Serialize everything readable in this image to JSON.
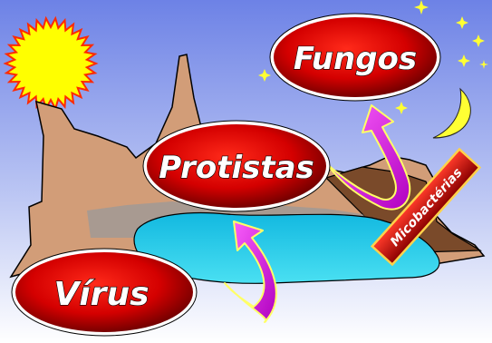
{
  "labels": {
    "fungos": "Fungos",
    "protistas": "Protistas",
    "virus": "Vírus",
    "micobacterias": "Micobactérias"
  },
  "colors": {
    "sky_top": "#6d82e6",
    "sky_bottom": "#ffffff",
    "sun": "#ffff00",
    "sun_outline": "#ff2a00",
    "rock": "#d29d78",
    "rock_dark": "#6b3a20",
    "water": "#1ec8e8",
    "oval_red": "#e00000",
    "oval_dark": "#6a0000",
    "arrow": "#e000e0",
    "star": "#ffff33"
  }
}
